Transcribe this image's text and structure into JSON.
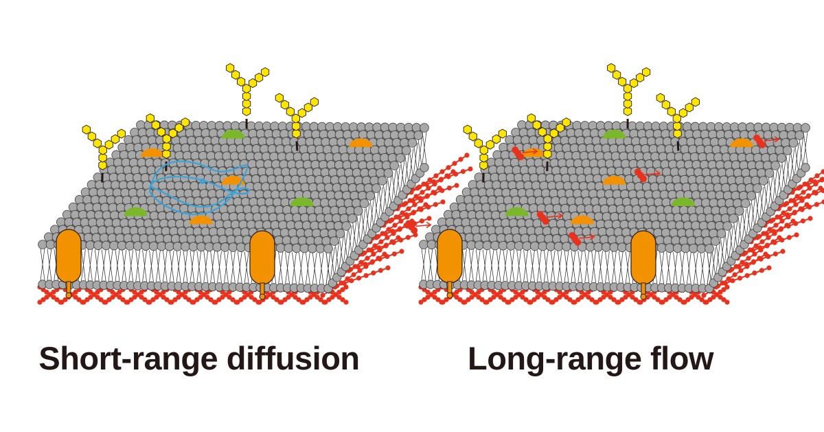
{
  "panels": [
    {
      "caption": "Short-range diffusion",
      "mode": "diffusion"
    },
    {
      "caption": "Long-range flow",
      "mode": "flow"
    }
  ],
  "colors": {
    "background": "#ffffff",
    "lipid_head": "#a8a8a8",
    "lipid_head_stroke": "#3a3a3a",
    "tail_line": "#3a3a3a",
    "transmembrane_protein": "#f39200",
    "membrane_protein_orange": "#f39200",
    "membrane_protein_green": "#7ab829",
    "glycan": "#ffe600",
    "cytoskeleton": "#e8321e",
    "diffusion_trajectory": "#3aa3d9",
    "flow_arrow": "#e8321e",
    "caption_text": "#231815"
  }
}
